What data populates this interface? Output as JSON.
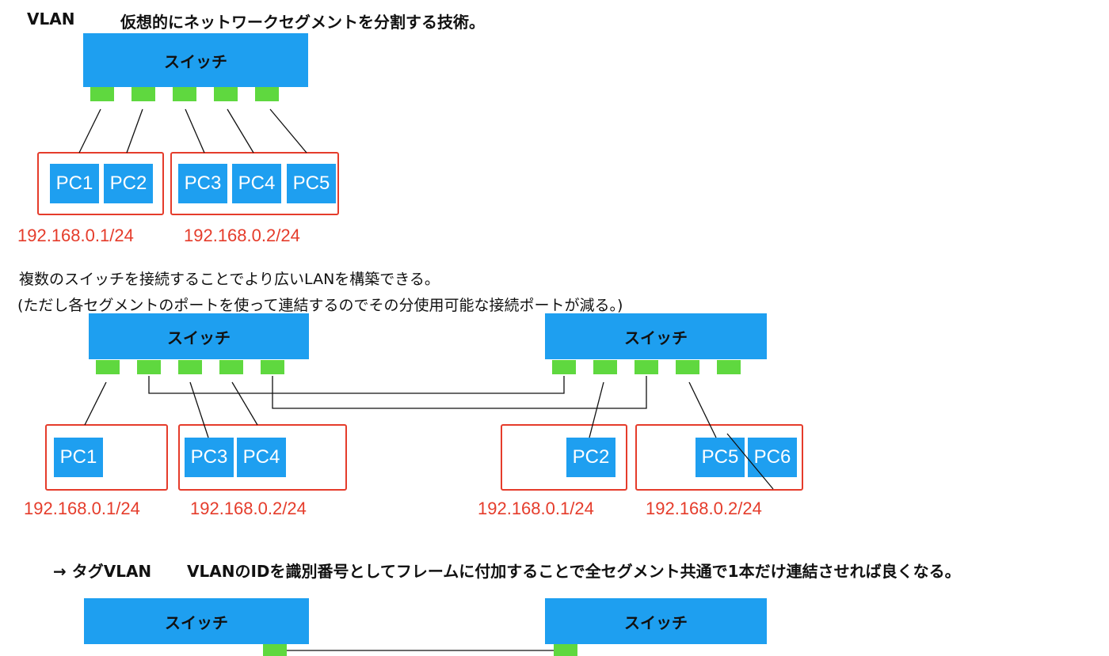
{
  "vlan": {
    "term": "VLAN",
    "definition": "仮想的にネットワークセグメントを分割する技術。"
  },
  "diagram1": {
    "switch_label": "スイッチ",
    "pcs": [
      "PC1",
      "PC2",
      "PC3",
      "PC4",
      "PC5"
    ],
    "ip_a": "192.168.0.1/24",
    "ip_b": "192.168.0.2/24"
  },
  "text": {
    "line1": "複数のスイッチを接続することでより広いLANを構築できる。",
    "line2": "(ただし各セグメントのポートを使って連結するのでその分使用可能な接続ポートが減る。)"
  },
  "diagram2": {
    "left_switch_label": "スイッチ",
    "right_switch_label": "スイッチ",
    "left_pcs": [
      "PC1",
      "PC3",
      "PC4"
    ],
    "right_pcs": [
      "PC2",
      "PC5",
      "PC6"
    ],
    "ip_left_a": "192.168.0.1/24",
    "ip_left_b": "192.168.0.2/24",
    "ip_right_a": "192.168.0.1/24",
    "ip_right_b": "192.168.0.2/24"
  },
  "tag_vlan": {
    "term": "→ タグVLAN",
    "definition": "VLANのIDを識別番号としてフレームに付加することで全セグメント共通で1本だけ連結させれば良くなる。"
  },
  "diagram3": {
    "left_switch_label": "スイッチ",
    "right_switch_label": "スイッチ"
  },
  "colors": {
    "switch": "#1e9ff0",
    "port": "#5fd83f",
    "segment_border": "#e53c2b",
    "ip_text": "#e53c2b"
  }
}
